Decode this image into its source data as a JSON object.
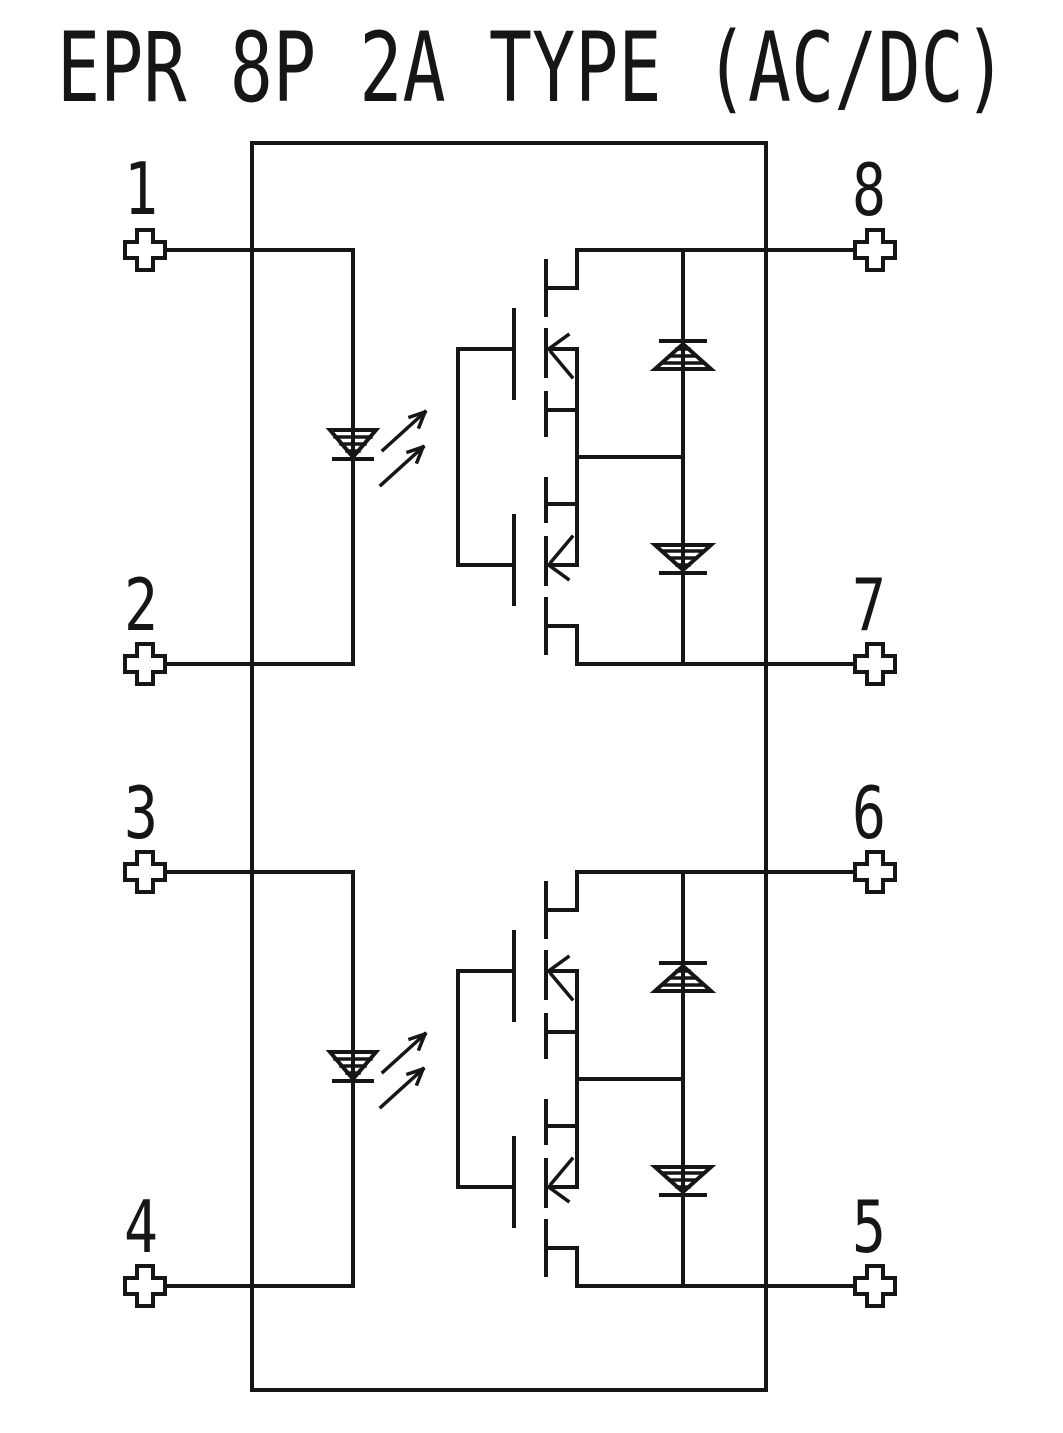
{
  "title": "EPR 8P 2A TYPE (AC/DC)",
  "colors": {
    "line": "#161616",
    "background": "#ffffff"
  },
  "pins": [
    {
      "number": "1",
      "side": "left",
      "connects": "LED 1 anode"
    },
    {
      "number": "2",
      "side": "left",
      "connects": "LED 1 cathode"
    },
    {
      "number": "3",
      "side": "left",
      "connects": "LED 2 anode"
    },
    {
      "number": "4",
      "side": "left",
      "connects": "LED 2 cathode"
    },
    {
      "number": "5",
      "side": "right",
      "connects": "output 2 lower rail"
    },
    {
      "number": "6",
      "side": "right",
      "connects": "output 2 upper rail"
    },
    {
      "number": "7",
      "side": "right",
      "connects": "output 1 lower rail"
    },
    {
      "number": "8",
      "side": "right",
      "connects": "output 1 upper rail"
    }
  ]
}
